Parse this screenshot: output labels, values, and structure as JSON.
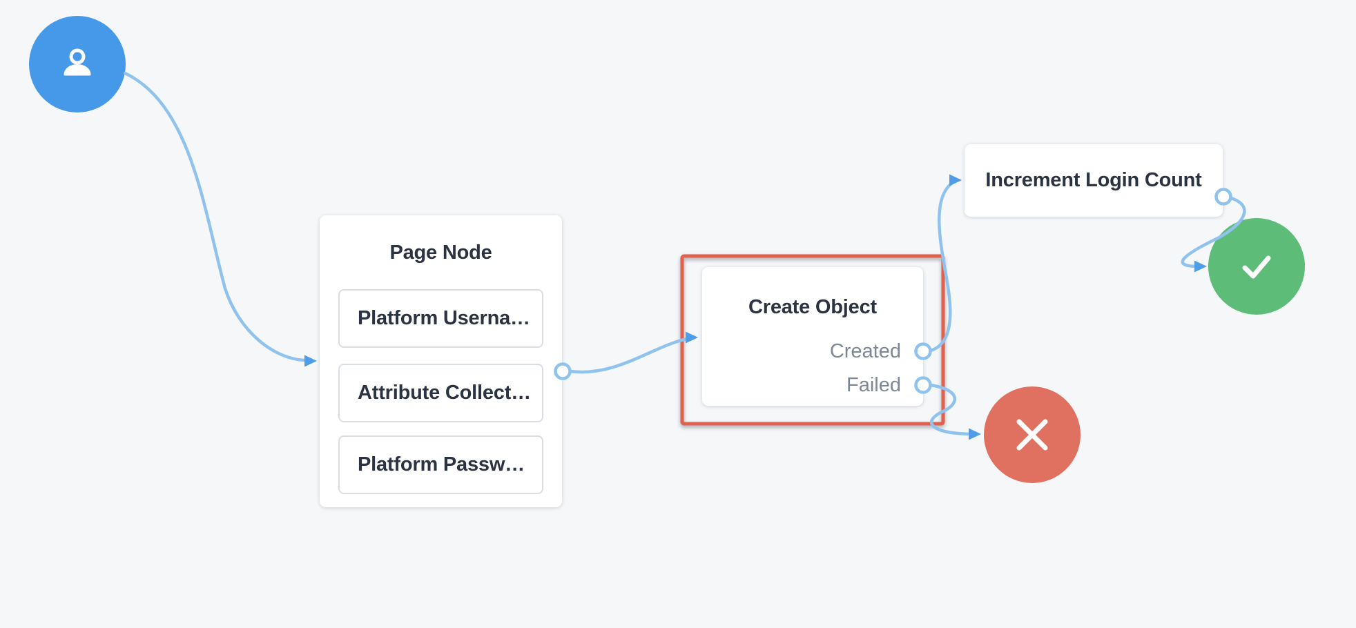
{
  "canvas": {
    "background": "#f5f7f9"
  },
  "colors": {
    "start_node_blue": "#4699e8",
    "success_green": "#5cbc78",
    "failure_red": "#e0705f",
    "selection_outline_red": "#e2604e",
    "connector_blue": "#8fc3ee",
    "arrowhead_blue": "#4f9de8",
    "card_background": "#ffffff",
    "item_border": "#d9dde4",
    "title_text": "#2b3342",
    "port_label_text": "#7d8795"
  },
  "nodes": {
    "start": {
      "icon": "user-icon"
    },
    "page_node": {
      "title": "Page Node",
      "items": [
        {
          "label": "Platform Userna…"
        },
        {
          "label": "Attribute Collect…"
        },
        {
          "label": "Platform Passw…"
        }
      ]
    },
    "create_object": {
      "title": "Create Object",
      "selected": true,
      "outputs": [
        {
          "label": "Created"
        },
        {
          "label": "Failed"
        }
      ]
    },
    "increment_login_count": {
      "title": "Increment Login Count"
    },
    "success": {
      "icon": "check-icon"
    },
    "failure": {
      "icon": "x-icon"
    }
  }
}
